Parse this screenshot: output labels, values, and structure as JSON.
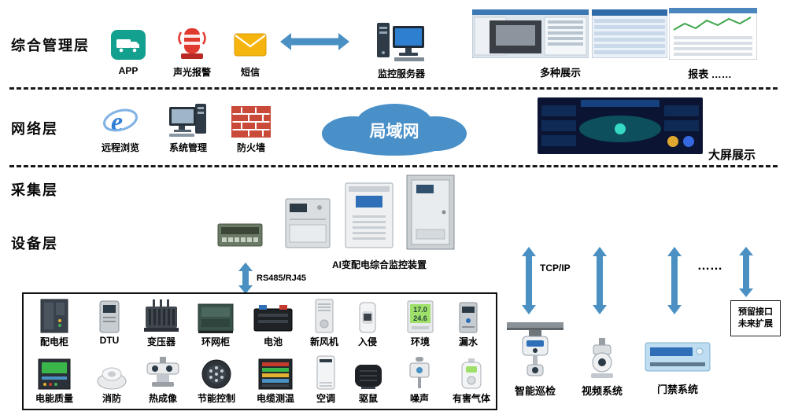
{
  "layers": [
    {
      "label": "综合管理层"
    },
    {
      "label": "网络层"
    },
    {
      "label": "采集层"
    },
    {
      "label": "设备层"
    }
  ],
  "management": {
    "app_label": "APP",
    "alarm_label": "声光报警",
    "sms_label": "短信",
    "server_label": "监控服务器",
    "displays_label": "多种展示",
    "reports_label": "报表 ……"
  },
  "network": {
    "remote_label": "远程浏览",
    "system_label": "系统管理",
    "firewall_label": "防火墙",
    "lan_label": "局域网",
    "bigscreen_label": "大屏展示"
  },
  "device": {
    "ai_label": "AI变配电综合监控装置",
    "bus_label": "RS485/RJ45",
    "tcpip_label": "TCP/IP",
    "dots": "……"
  },
  "field_box": {
    "row1": [
      "配电柜",
      "DTU",
      "变压器",
      "环网柜",
      "电池",
      "新风机",
      "入侵",
      "环境",
      "漏水"
    ],
    "row2": [
      "电能质量",
      "消防",
      "热成像",
      "节能控制",
      "电缆测温",
      "空调",
      "驱鼠",
      "噪声",
      "有害气体"
    ]
  },
  "right_systems": {
    "patrol_label": "智能巡检",
    "video_label": "视频系统",
    "access_label": "门禁系统",
    "reserved_line1": "预留接口",
    "reserved_line2": "未来扩展"
  },
  "env_display": {
    "line1": "17.0",
    "line2": "24.6"
  },
  "colors": {
    "arrow_blue": "#4A90C2",
    "cloud_blue": "#4A90C8",
    "app_teal": "#14A08E",
    "alarm_red": "#E03A2F",
    "sms_yellow": "#F6B40E",
    "firewall_red": "#C94A38"
  }
}
